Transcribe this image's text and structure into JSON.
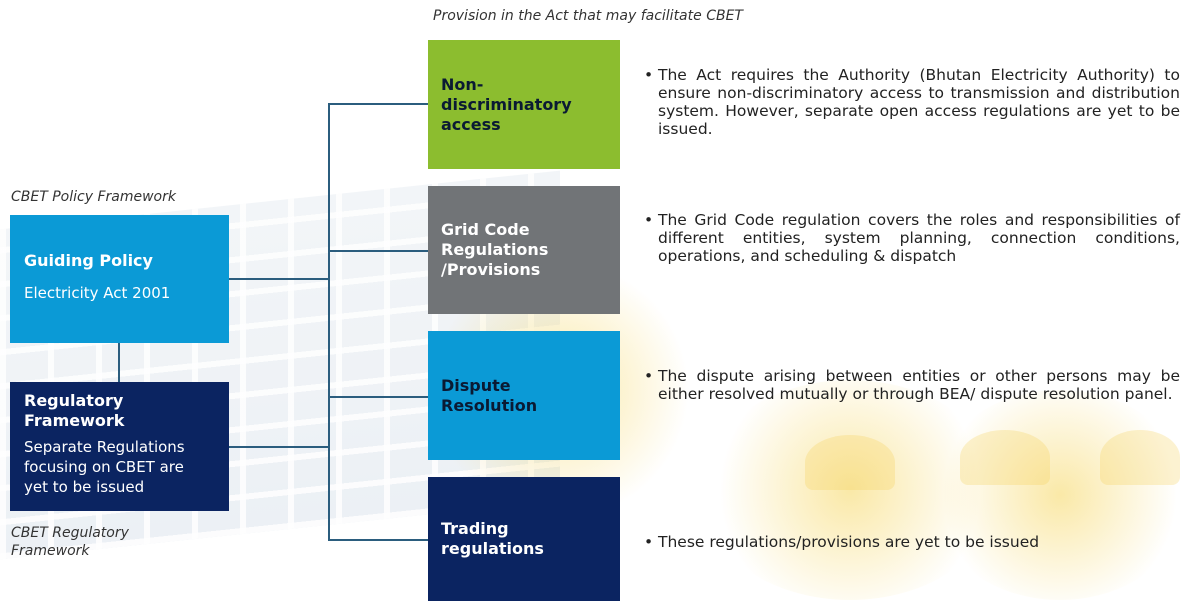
{
  "header": {
    "provision_title": "Provision in the Act that may facilitate CBET"
  },
  "left": {
    "policy_caption": "CBET Policy Framework",
    "guiding_policy": {
      "title": "Guiding Policy",
      "subtitle": "Electricity Act 2001"
    },
    "regulatory_framework": {
      "title": "Regulatory Framework",
      "subtitle": "Separate Regulations focusing on CBET are yet to be issued"
    },
    "regulatory_caption": "CBET Regulatory Framework"
  },
  "provisions": [
    {
      "label": "Non-discriminatory access",
      "description": "The Act requires the Authority (Bhutan Electricity Authority) to ensure non-discriminatory access to transmission and distribution system. However, separate open access regulations are yet to be issued."
    },
    {
      "label": "Grid Code Regulations /Provisions",
      "description": "The Grid Code regulation covers the roles and responsibilities of different entities, system planning, connection conditions, operations, and scheduling & dispatch"
    },
    {
      "label": "Dispute Resolution",
      "description": "The dispute arising between entities or other persons may be either resolved mutually or through BEA/ dispute resolution panel."
    },
    {
      "label": "Trading regulations",
      "description": "These regulations/provisions are yet to be issued"
    }
  ],
  "bullet_glyph": "•",
  "colors": {
    "light_blue": "#0b9ad6",
    "green": "#8cbd2f",
    "gray": "#717477",
    "navy": "#0b2461",
    "connector": "#2b5d7e"
  }
}
